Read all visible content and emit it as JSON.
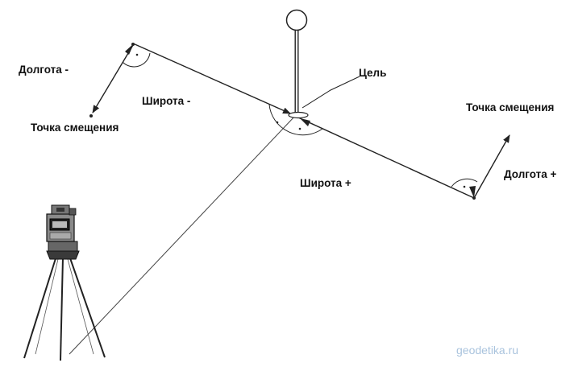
{
  "labels": {
    "longitude_minus": "Долгота -",
    "latitude_minus": "Широта -",
    "offset_point_left": "Точка смещения",
    "target": "Цель",
    "offset_point_right": "Точка смещения",
    "longitude_plus": "Долгота +",
    "latitude_plus": "Широта +"
  },
  "watermark": "geodetika.ru",
  "colors": {
    "lines": "#222222",
    "text": "#111111",
    "watermark": "#a9c3dd"
  }
}
